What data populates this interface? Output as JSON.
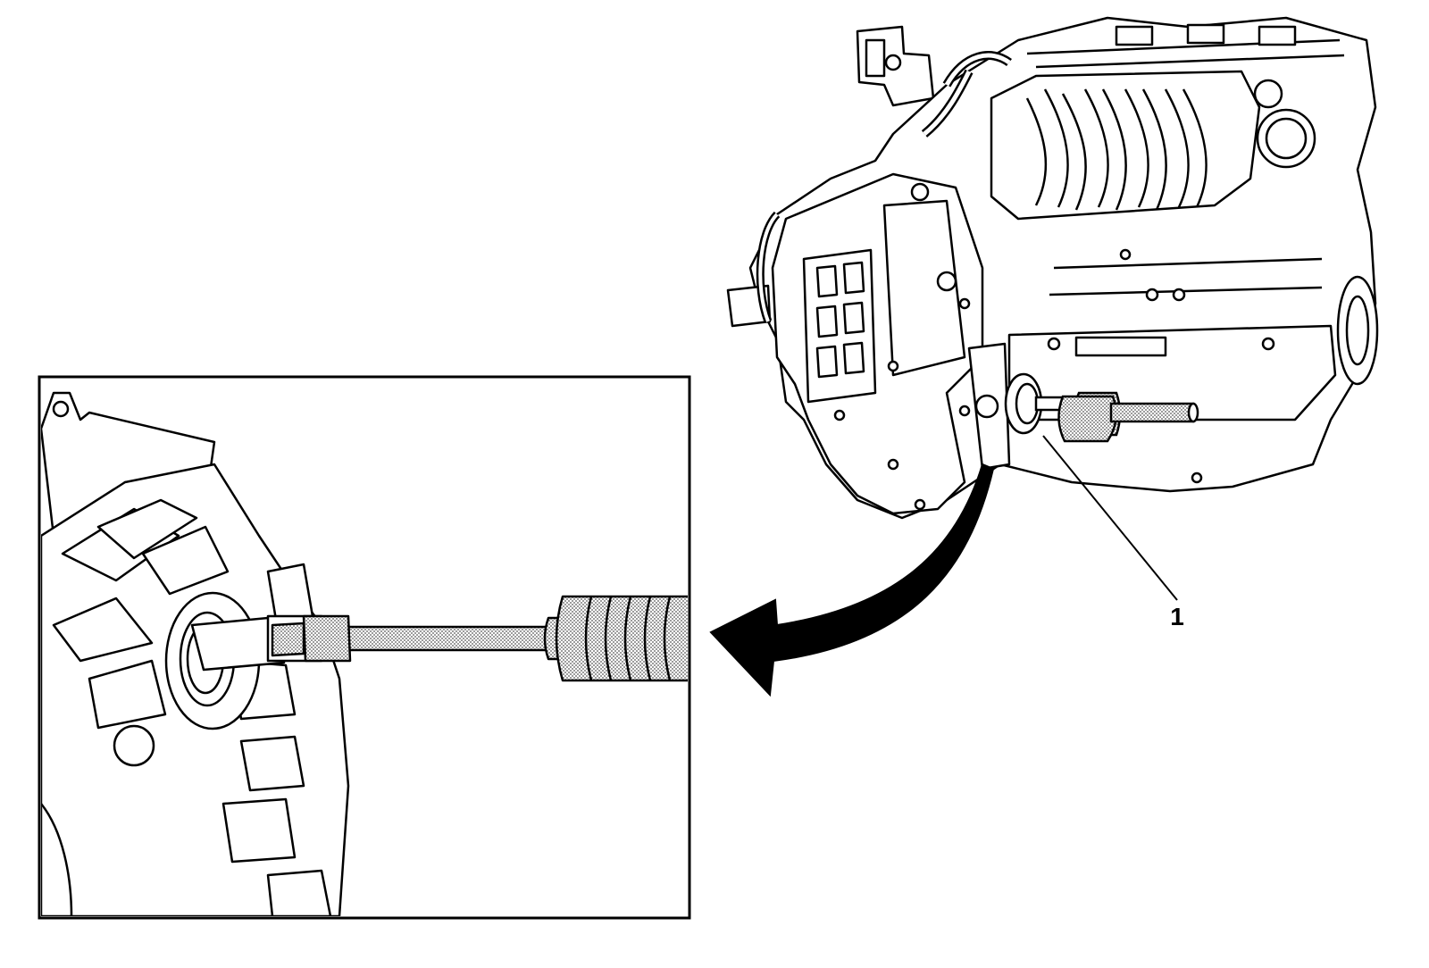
{
  "callouts": [
    {
      "id": "1",
      "label": "1"
    }
  ],
  "colors": {
    "line": "#000000",
    "background": "#ffffff",
    "stipple": "#8a8a8a"
  },
  "icons": {
    "arrow": "curved-arrow-left",
    "engine": "engine-transaxle-assembly",
    "detail": "seal-installer-tool-detail"
  }
}
